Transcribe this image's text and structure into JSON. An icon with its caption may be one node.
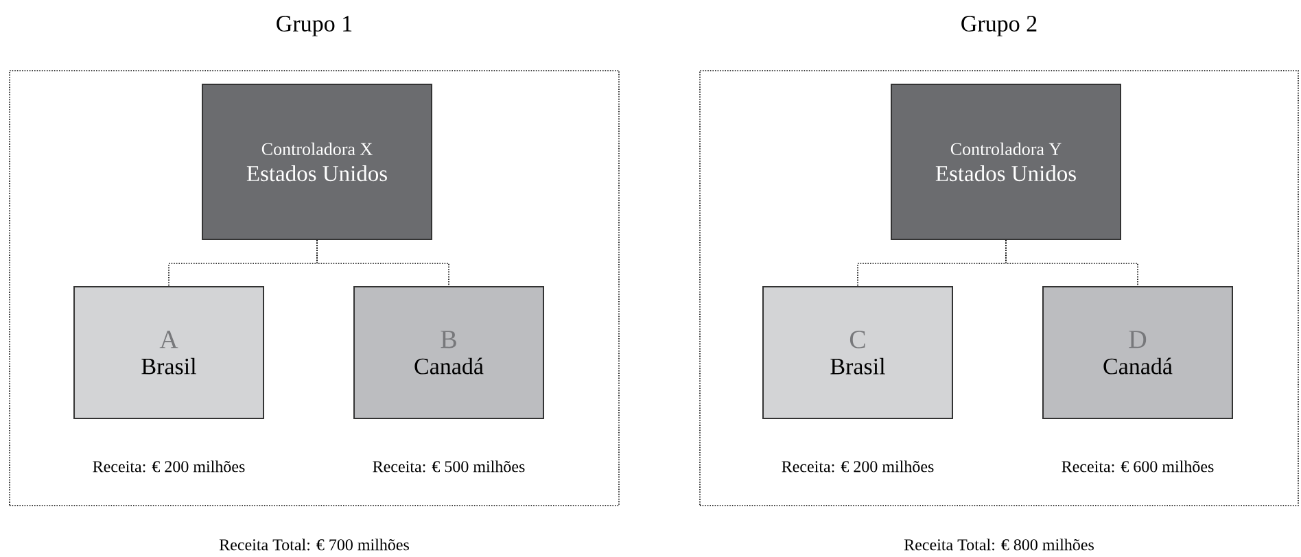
{
  "diagram": {
    "nodes": [
      {
        "text": [
          "Grupo 1"
        ],
        "beside": [
          "Receita Total: € 700 milhões"
        ]
      },
      {
        "text": [
          "Controladora X",
          "Estados Unidos"
        ],
        "in": 0
      },
      {
        "text": [
          "A",
          "Brasil"
        ],
        "in": 0,
        "beside": [
          "Receita: € 200 milhões"
        ]
      },
      {
        "text": [
          "B",
          "Canadá"
        ],
        "in": 0,
        "beside": [
          "Receita: € 500 milhões"
        ]
      },
      {
        "text": [
          "Grupo 2"
        ],
        "beside": [
          "Receita Total: € 800 milhões"
        ]
      },
      {
        "text": [
          "Controladora Y",
          "Estados Unidos"
        ],
        "in": 4
      },
      {
        "text": [
          "C",
          "Brasil"
        ],
        "in": 4,
        "beside": [
          "Receita: € 200 milhões"
        ]
      },
      {
        "text": [
          "D",
          "Canadá"
        ],
        "in": 4,
        "beside": [
          "Receita: € 600 milhões"
        ]
      }
    ],
    "edges": [
      {
        "from": 1,
        "to": 2,
        "arrow": "none",
        "style": "dashed"
      },
      {
        "from": 1,
        "to": 3,
        "arrow": "none",
        "style": "dashed"
      },
      {
        "from": 5,
        "to": 6,
        "arrow": "none",
        "style": "dashed"
      },
      {
        "from": 5,
        "to": 7,
        "arrow": "none",
        "style": "dashed"
      }
    ]
  }
}
